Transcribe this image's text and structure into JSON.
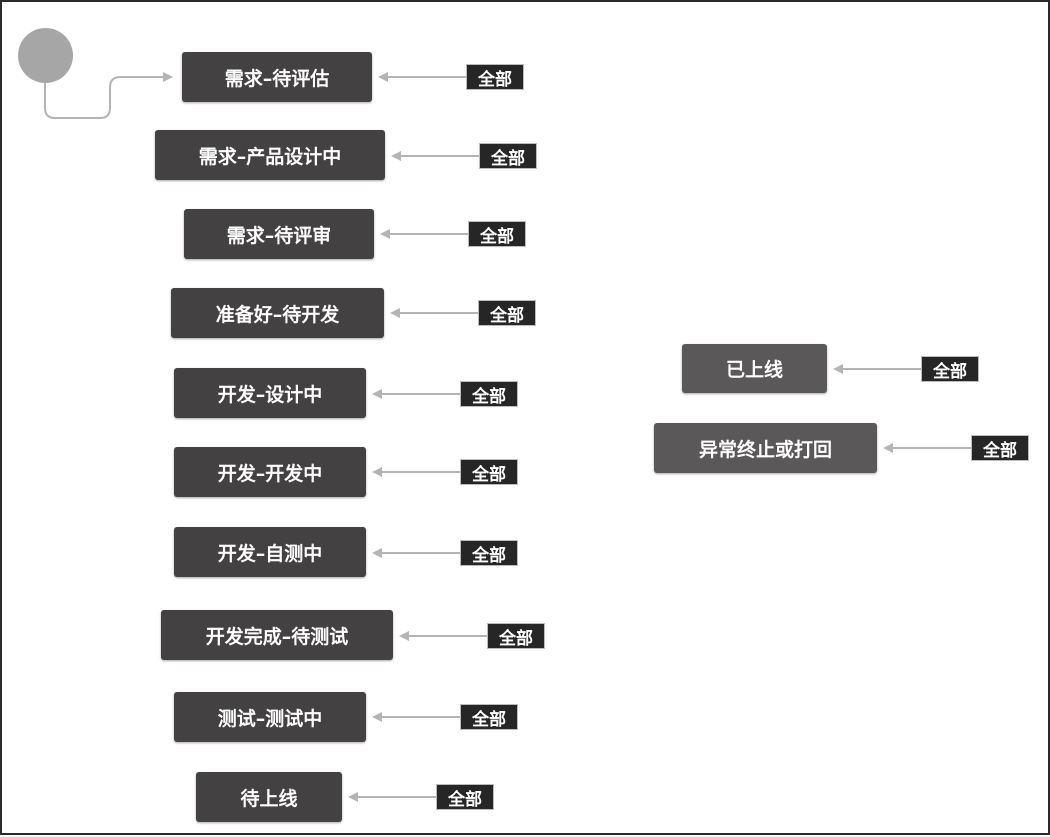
{
  "colors": {
    "node_fill": "#444142",
    "terminal_fill": "#5b5859",
    "tag_fill": "#262626",
    "connector": "#b4b4b4",
    "start_dot": "#a6a6a6"
  },
  "states": [
    {
      "label": "需求–待评估",
      "tag": "全部"
    },
    {
      "label": "需求–产品设计中",
      "tag": "全部"
    },
    {
      "label": "需求–待评审",
      "tag": "全部"
    },
    {
      "label": "准备好–待开发",
      "tag": "全部"
    },
    {
      "label": "开发–设计中",
      "tag": "全部"
    },
    {
      "label": "开发–开发中",
      "tag": "全部"
    },
    {
      "label": "开发–自测中",
      "tag": "全部"
    },
    {
      "label": "开发完成–待测试",
      "tag": "全部"
    },
    {
      "label": "测试–测试中",
      "tag": "全部"
    },
    {
      "label": "待上线",
      "tag": "全部"
    }
  ],
  "terminal_states": [
    {
      "label": "已上线",
      "tag": "全部"
    },
    {
      "label": "异常终止或打回",
      "tag": "全部"
    }
  ]
}
